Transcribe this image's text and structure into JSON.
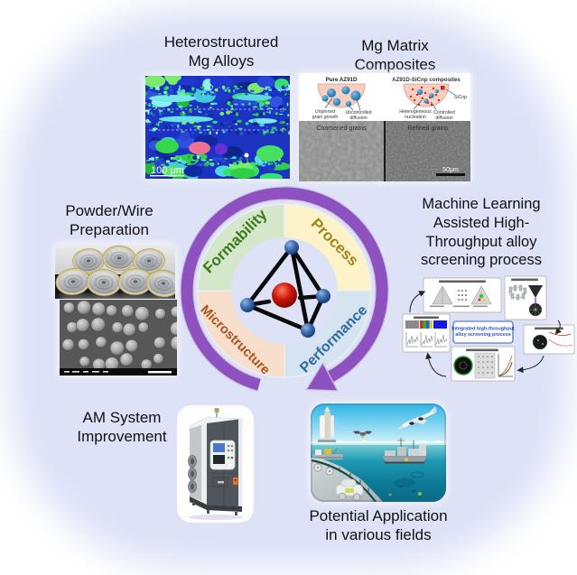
{
  "cycle": {
    "labels": {
      "formability": "Formability",
      "process": "Process",
      "microstructure": "Microstructure",
      "performance": "Performance"
    },
    "colors": {
      "formability_text": "#3d7a1d",
      "formability_bg": "#d5e7ca",
      "process_text": "#9c861c",
      "process_bg": "#fdf2c8",
      "microstructure_text": "#a9541b",
      "microstructure_bg": "#f8dfcc",
      "performance_text": "#2d6ba3",
      "performance_bg": "#d6e4f2",
      "arrow": "#8e51c0"
    }
  },
  "panels": {
    "hetero": {
      "title": "Heterostructured\nMg Alloys",
      "scale_label": "100 μm"
    },
    "composites": {
      "title": "Mg Matrix\nComposites",
      "left_heading": "Pure AZ91D",
      "right_heading": "AZ91D-SiCnp composites",
      "left_label_1": "Unpinned\ngrain growth",
      "left_label_2": "Uncontrolled\ndiffusion",
      "right_label_1": "Heterogeneous\nnucleation",
      "right_label_2": "Controlled\ndiffusion",
      "particle_label": "SiCnp",
      "left_sem_caption": "Coarsened grains",
      "right_sem_caption": "Refined grains",
      "scale_label": "50μm"
    },
    "powder": {
      "title": "Powder/Wire\nPreparation"
    },
    "ml": {
      "title": "Machine Learning\nAssisted High-\nThroughput alloy\nscreening process",
      "center_label": "Integrated high-throughput\nalloy screening process"
    },
    "am": {
      "title": "AM System\nImprovement"
    },
    "application": {
      "title": "Potential Application\nin various fields"
    }
  }
}
